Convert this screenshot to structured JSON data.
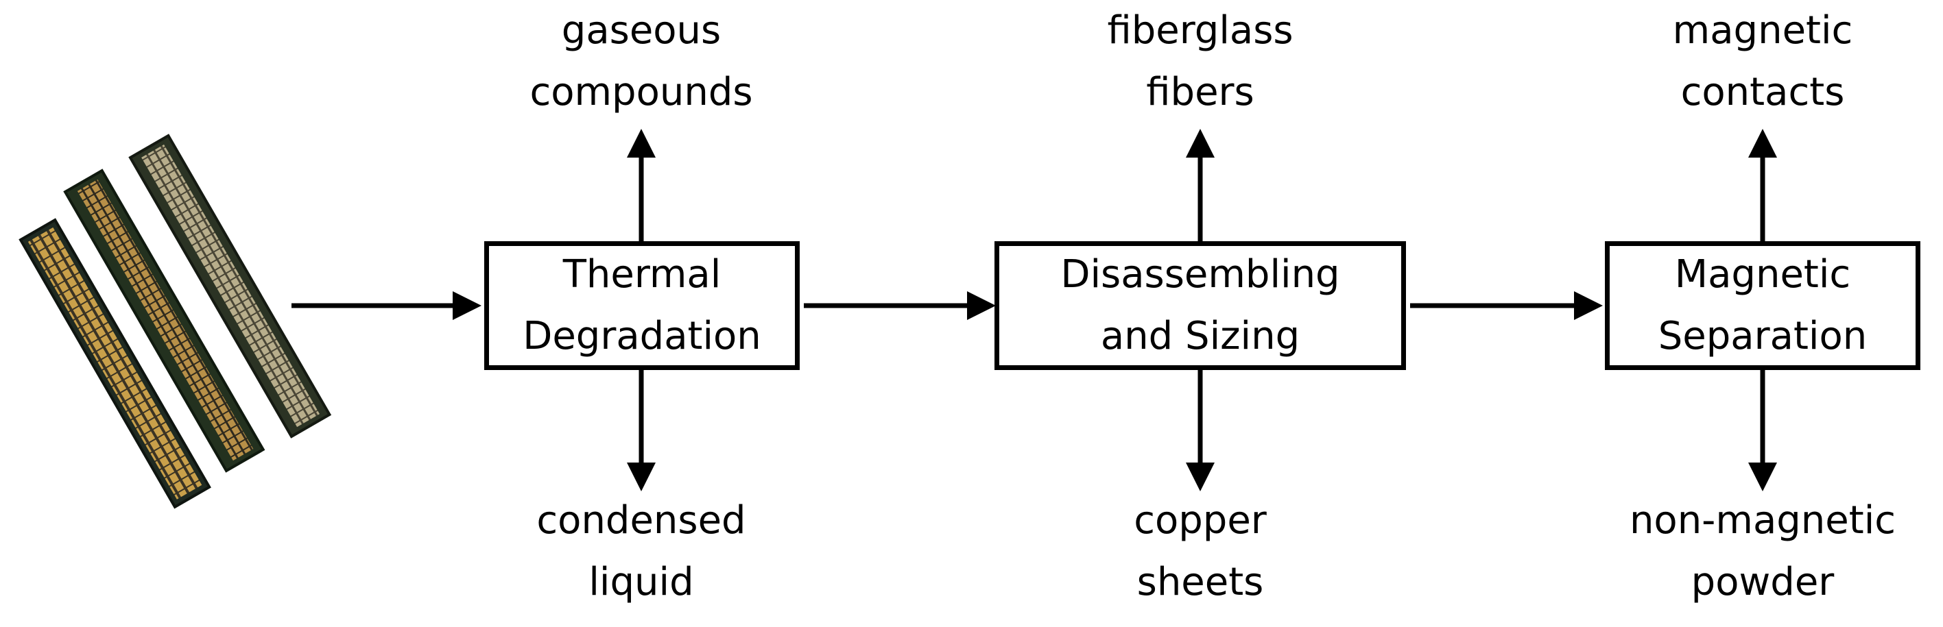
{
  "colors": {
    "line": "#000000",
    "background": "#ffffff"
  },
  "image": {
    "subject": "circuit board connector strips with gold contacts"
  },
  "steps": [
    {
      "line1": "Thermal",
      "line2": "Degradation",
      "top1": "gaseous",
      "top2": "compounds",
      "bottom1": "condensed",
      "bottom2": "liquid"
    },
    {
      "line1": "Disassembling",
      "line2": "and Sizing",
      "top1": "fiberglass",
      "top2": "fibers",
      "bottom1": "copper",
      "bottom2": "sheets"
    },
    {
      "line1": "Magnetic",
      "line2": "Separation",
      "top1": "magnetic",
      "top2": "contacts",
      "bottom1": "non-magnetic",
      "bottom2": "powder"
    }
  ]
}
